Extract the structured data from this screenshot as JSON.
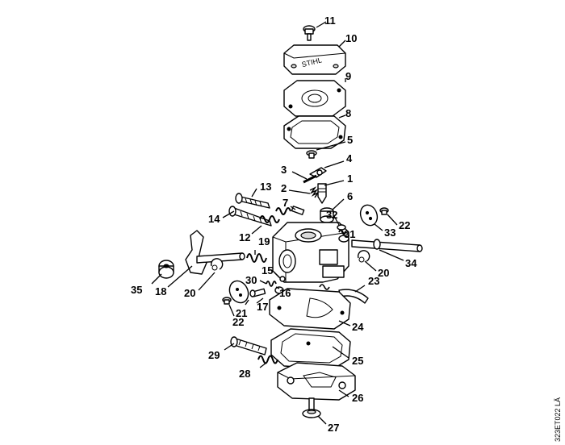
{
  "figure": {
    "reference_code": "323ET022 LÄ",
    "brand_mark": "STIHL"
  },
  "callouts": [
    {
      "id": "11",
      "part": "cover-screw"
    },
    {
      "id": "10",
      "part": "pump-cover"
    },
    {
      "id": "9",
      "part": "diaphragm"
    },
    {
      "id": "8",
      "part": "gasket"
    },
    {
      "id": "5",
      "part": "screw"
    },
    {
      "id": "4",
      "part": "inlet-lever"
    },
    {
      "id": "3",
      "part": "spindle"
    },
    {
      "id": "2",
      "part": "spring"
    },
    {
      "id": "1",
      "part": "inlet-needle"
    },
    {
      "id": "6",
      "part": "plug"
    },
    {
      "id": "7",
      "part": "pin"
    },
    {
      "id": "13",
      "part": "adjusting-screw"
    },
    {
      "id": "14",
      "part": "adjusting-screw"
    },
    {
      "id": "12",
      "part": "spring"
    },
    {
      "id": "19",
      "part": "spring"
    },
    {
      "id": "32",
      "part": "screw"
    },
    {
      "id": "31",
      "part": "plug"
    },
    {
      "id": "22",
      "part": "screw"
    },
    {
      "id": "33",
      "part": "throttle-shutter"
    },
    {
      "id": "34",
      "part": "throttle-shaft"
    },
    {
      "id": "20",
      "part": "e-clip"
    },
    {
      "id": "35",
      "part": "bushing"
    },
    {
      "id": "18",
      "part": "choke-lever"
    },
    {
      "id": "15",
      "part": "ball"
    },
    {
      "id": "30",
      "part": "spring"
    },
    {
      "id": "16",
      "part": "plug"
    },
    {
      "id": "17",
      "part": "screw"
    },
    {
      "id": "21",
      "part": "choke-shutter"
    },
    {
      "id": "23",
      "part": "fuel-hose"
    },
    {
      "id": "24",
      "part": "metering-diaphragm"
    },
    {
      "id": "25",
      "part": "gasket"
    },
    {
      "id": "29",
      "part": "adjusting-screw"
    },
    {
      "id": "28",
      "part": "spring"
    },
    {
      "id": "26",
      "part": "end-cover"
    },
    {
      "id": "27",
      "part": "screw"
    }
  ]
}
